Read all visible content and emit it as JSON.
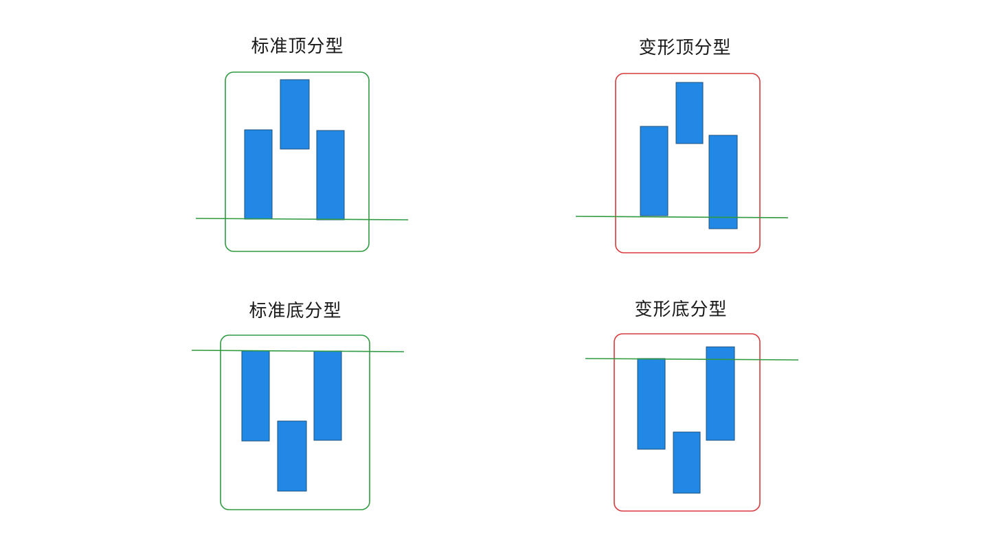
{
  "colors": {
    "candle_fill": "#2288e5",
    "candle_stroke": "#1f4f7a",
    "standard_frame": "#2e9a3f",
    "variant_frame": "#d8383a",
    "reference_line": "#2e9a3f",
    "title_text": "#1a1a1a"
  },
  "panels": [
    {
      "id": "standard-top",
      "title": "标准顶分型",
      "frame_color_key": "standard_frame"
    },
    {
      "id": "variant-top",
      "title": "变形顶分型",
      "frame_color_key": "variant_frame"
    },
    {
      "id": "standard-bottom",
      "title": "标准底分型",
      "frame_color_key": "standard_frame"
    },
    {
      "id": "variant-bottom",
      "title": "变形底分型",
      "frame_color_key": "variant_frame"
    }
  ]
}
